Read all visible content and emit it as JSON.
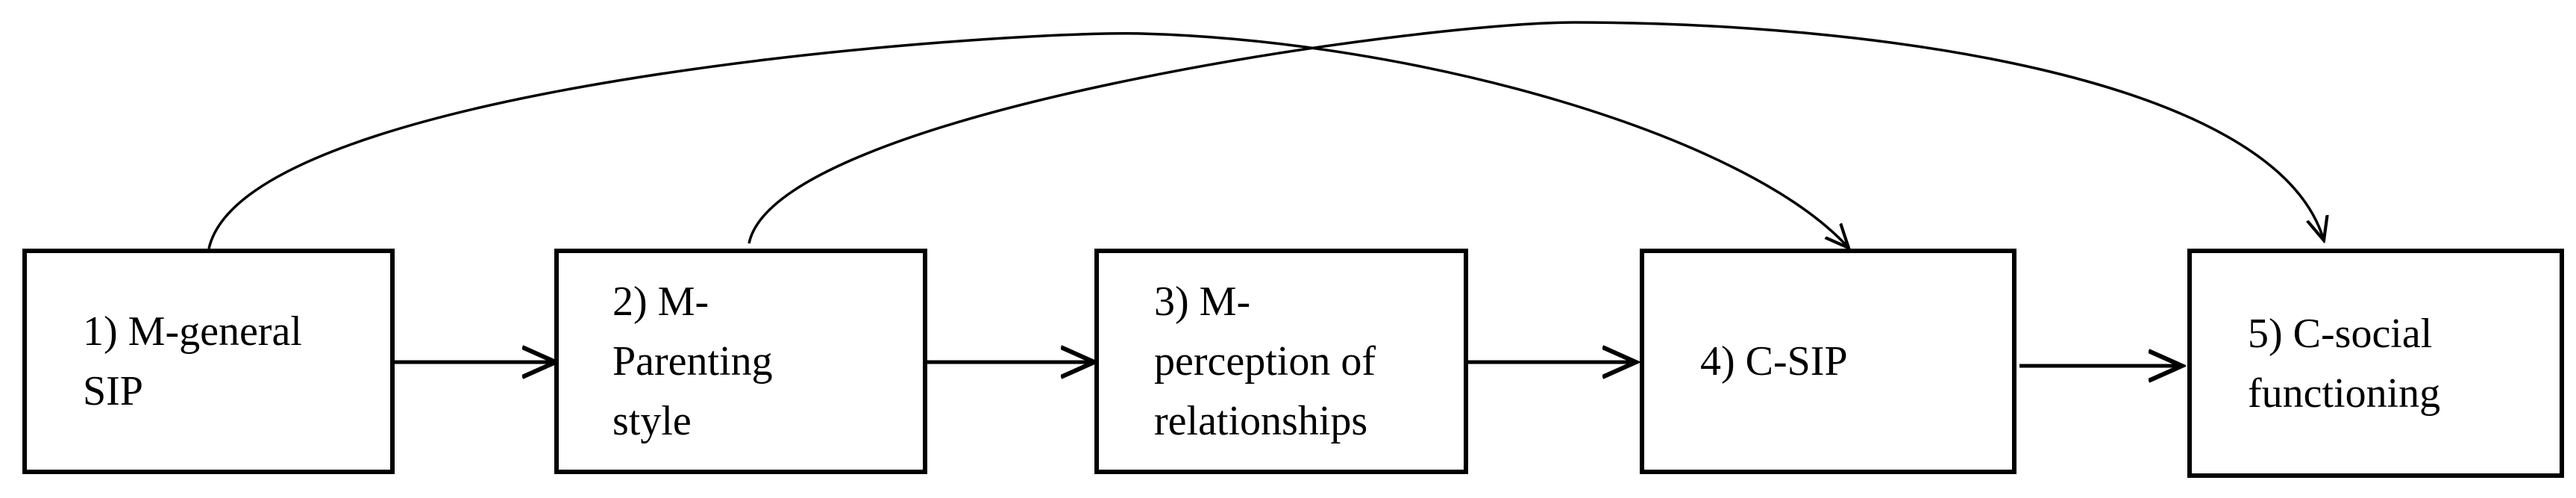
{
  "diagram": {
    "nodes": [
      {
        "id": "m-general-sip",
        "lines": [
          "1) M-general",
          "SIP"
        ]
      },
      {
        "id": "m-parenting-style",
        "lines": [
          "2) M-",
          "Parenting",
          "style"
        ]
      },
      {
        "id": "m-perception-of-relationships",
        "lines": [
          "3) M-",
          "perception of",
          "relationships"
        ]
      },
      {
        "id": "c-sip",
        "lines": [
          "4) C-SIP"
        ]
      },
      {
        "id": "c-social-functioning",
        "lines": [
          "5) C-social",
          "functioning"
        ]
      }
    ]
  }
}
